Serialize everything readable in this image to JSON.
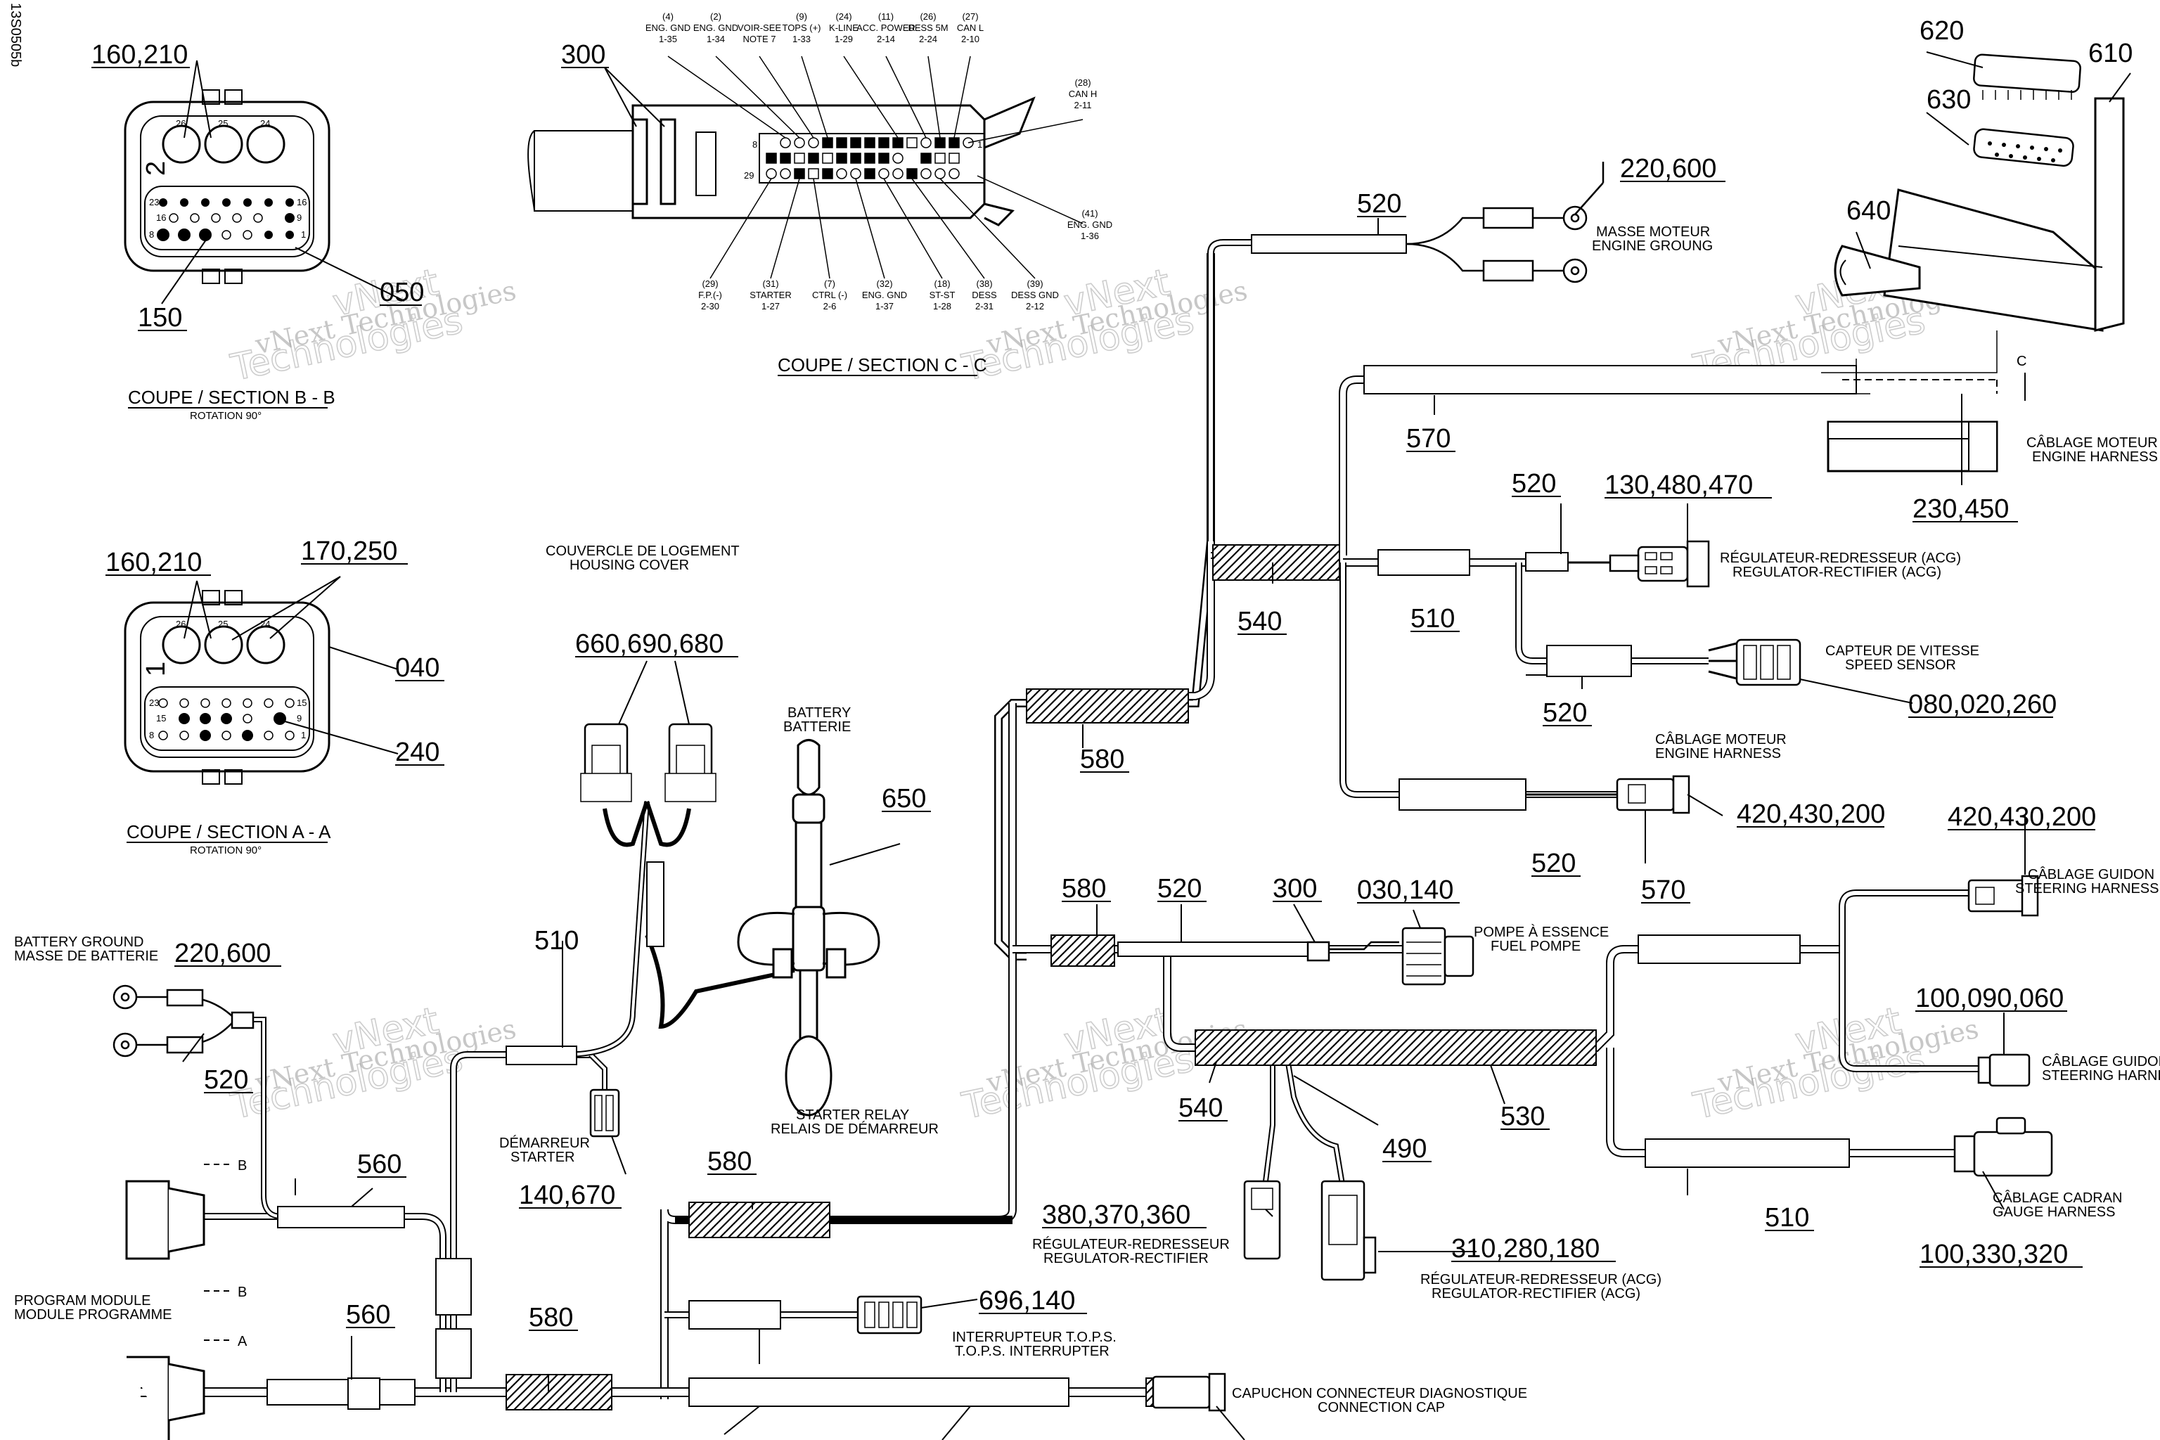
{
  "doc_id": "13S0505b",
  "watermark": {
    "line1": "vNext",
    "line2": "Technologies",
    "line3": "vNext Technologies"
  },
  "section_b": {
    "caption": "COUPE / SECTION B - B",
    "rotation": "ROTATION 90°",
    "callouts": [
      "160,210",
      "050",
      "150"
    ],
    "connector_number": "2",
    "pins_top": [
      "26",
      "25",
      "24"
    ],
    "pin_left": [
      "23",
      "16",
      "8"
    ],
    "pin_right": [
      "9",
      "16",
      "1"
    ]
  },
  "section_a": {
    "caption": "COUPE / SECTION A - A",
    "rotation": "ROTATION 90°",
    "callouts": [
      "160,210",
      "170,250",
      "040",
      "240"
    ],
    "connector_number": "1",
    "pins_top": [
      "26",
      "25",
      "24"
    ],
    "pin_left": [
      "23",
      "15",
      "8"
    ],
    "pin_right": [
      "9",
      "15",
      "1"
    ]
  },
  "section_c": {
    "caption": "COUPE / SECTION C - C",
    "callout": "300",
    "pin_row_labels": [
      "1",
      "8",
      "29"
    ],
    "top_labels": [
      {
        "code": "(4)",
        "name": "ENG. GND",
        "ref": "1-35"
      },
      {
        "code": "(2)",
        "name": "ENG. GND",
        "ref": "1-34"
      },
      {
        "code": "",
        "name": "VOIR-SEE",
        "ref": "NOTE 7"
      },
      {
        "code": "(9)",
        "name": "TOPS (+)",
        "ref": "1-33"
      },
      {
        "code": "(24)",
        "name": "K-LINE",
        "ref": "1-29"
      },
      {
        "code": "(11)",
        "name": "ACC. POWER",
        "ref": "2-14"
      },
      {
        "code": "(26)",
        "name": "DESS 5M",
        "ref": "2-24"
      },
      {
        "code": "(27)",
        "name": "CAN L",
        "ref": "2-10"
      },
      {
        "code": "(28)",
        "name": "CAN H",
        "ref": "2-11"
      }
    ],
    "bottom_labels": [
      {
        "code": "(29)",
        "name": "F.P.(-)",
        "ref": "2-30"
      },
      {
        "code": "(31)",
        "name": "STARTER",
        "ref": "1-27"
      },
      {
        "code": "(7)",
        "name": "CTRL (-)",
        "ref": "2-6"
      },
      {
        "code": "(32)",
        "name": "ENG. GND",
        "ref": "1-37"
      },
      {
        "code": "(18)",
        "name": "ST-ST",
        "ref": "1-28"
      },
      {
        "code": "(38)",
        "name": "DESS",
        "ref": "2-31"
      },
      {
        "code": "(39)",
        "name": "DESS GND",
        "ref": "2-12"
      },
      {
        "code": "(41)",
        "name": "ENG. GND",
        "ref": "1-36"
      }
    ]
  },
  "callouts": {
    "c300_right": "300",
    "c620": "620",
    "c610": "610",
    "c630": "630",
    "c640": "640",
    "c520_top": "520",
    "c220_600_top": "220,600",
    "c570_top": "570",
    "c230_450": "230,450",
    "c_letter": "C",
    "c520_acg": "520",
    "c130_480_470": "130,480,470",
    "c540_top": "540",
    "c510_mid": "510",
    "c520_speed": "520",
    "c080_020_260": "080,020,260",
    "c580_upper": "580",
    "c520_engine": "520",
    "c420_430_200_a": "420,430,200",
    "c660_690_680": "660,690,680",
    "c650": "650",
    "c510_left": "510",
    "c140_670": "140,670",
    "c220_600_left": "220,600",
    "c520_left": "520",
    "c560_a": "560",
    "c560_b": "560",
    "c580_lower": "580",
    "c580_bottom": "580",
    "c580_mid": "580",
    "c520_mid": "520",
    "c030_140": "030,140",
    "c540_mid": "540",
    "c490": "490",
    "c530": "530",
    "c380_370_360": "380,370,360",
    "c310_280_180": "310,280,180",
    "c696_140": "696,140",
    "c570_right": "570",
    "c420_430_200_b": "420,430,200",
    "c100_090_060": "100,090,060",
    "c510_right": "510",
    "c100_330_320": "100,330,320",
    "c_b": "B",
    "c_a": "A"
  },
  "labels": {
    "masse_moteur": [
      "MASSE MOTEUR",
      "ENGINE GROUNG"
    ],
    "cablage_moteur_1": [
      "CÂBLAGE MOTEUR",
      "ENGINE HARNESS"
    ],
    "regulateur_acg": [
      "RÉGULATEUR-REDRESSEUR (ACG)",
      "REGULATOR-RECTIFIER (ACG)"
    ],
    "capteur_vitesse": [
      "CAPTEUR DE VITESSE",
      "SPEED SENSOR"
    ],
    "cablage_moteur_2": [
      "CÂBLAGE MOTEUR",
      "ENGINE HARNESS"
    ],
    "couvercle": [
      "COUVERCLE DE LOGEMENT",
      "HOUSING COVER"
    ],
    "battery": [
      "BATTERY",
      "BATTERIE"
    ],
    "battery_ground": [
      "BATTERY GROUND",
      "MASSE DE BATTERIE"
    ],
    "demarreur": [
      "DÉMARREUR",
      "STARTER"
    ],
    "starter_relay": [
      "STARTER RELAY",
      "RELAIS DE DÉMARREUR"
    ],
    "program_module": [
      "PROGRAM MODULE",
      "MODULE PROGRAMME"
    ],
    "pompe": [
      "POMPE À ESSENCE",
      "FUEL POMPE"
    ],
    "cablage_guidon_1": [
      "CÂBLAGE GUIDON",
      "STEERING HARNESS"
    ],
    "cablage_guidon_2": [
      "CÂBLAGE GUIDON",
      "STEERING HARNESS"
    ],
    "cablage_cadran": [
      "CÂBLAGE CADRAN",
      "GAUGE HARNESS"
    ],
    "regulateur_2": [
      "RÉGULATEUR-REDRESSEUR",
      "REGULATOR-RECTIFIER"
    ],
    "regulateur_3": [
      "RÉGULATEUR-REDRESSEUR (ACG)",
      "REGULATOR-RECTIFIER (ACG)"
    ],
    "interrupteur": [
      "INTERRUPTEUR T.O.P.S.",
      "T.O.P.S. INTERRUPTER"
    ],
    "capuchon": [
      "CAPUCHON CONNECTEUR DIAGNOSTIQUE",
      "CONNECTION CAP"
    ]
  }
}
